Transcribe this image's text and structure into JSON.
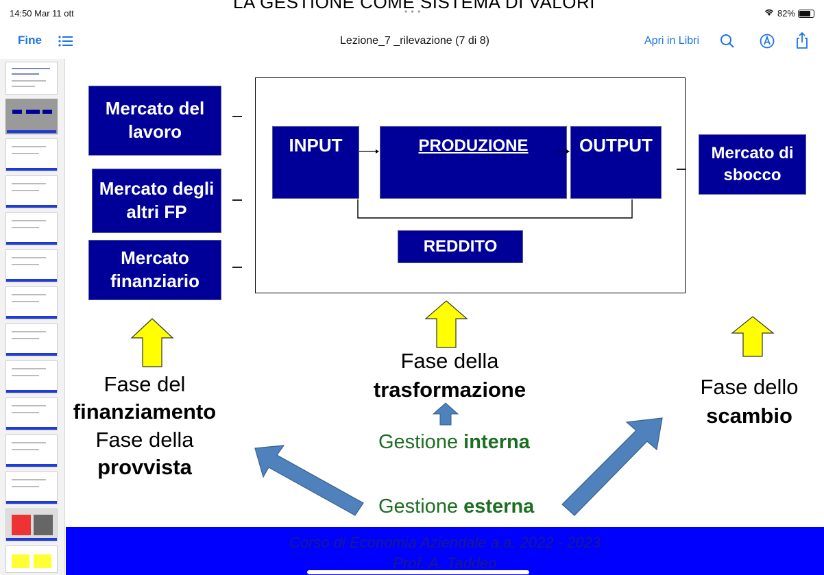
{
  "status": {
    "time": "14:50  Mar 11 ott",
    "battery": "82%"
  },
  "background_title": "LA GESTIONE COME SISTEMA DI VALORI",
  "nav": {
    "done_label": "Fine",
    "doc_title": "Lezione_7 _rilevazione  (7 di 8)",
    "open_in_books": "Apri in Libri",
    "icons": [
      "list-icon",
      "search-icon",
      "markup-icon",
      "share-icon"
    ]
  },
  "sidebar": {
    "thumb_count": 14,
    "active_index": 1
  },
  "slide": {
    "markets": {
      "labor": "Mercato del lavoro",
      "other_fp": "Mercato degli altri FP",
      "financial": "Mercato finanziario",
      "outlet": "Mercato di sbocco"
    },
    "process": {
      "input": "INPUT",
      "production": "PRODUZIONE",
      "output": "OUTPUT",
      "income": "REDDITO"
    },
    "phases": {
      "financing_1": "Fase del",
      "financing_2": "finanziamento",
      "supply_1": "Fase della",
      "supply_2": "provvista",
      "transform_1": "Fase della",
      "transform_2": "trasformazione",
      "exchange_1": "Fase dello",
      "exchange_2": "scambio"
    },
    "management": {
      "internal_1": "Gestione ",
      "internal_2": "interna",
      "external_1": "Gestione ",
      "external_2": "esterna"
    },
    "footer": {
      "course": "Corso di Economia Aziendale a.a. 2022 - 2023",
      "prof": "Prof. A. Taddeo"
    }
  },
  "colors": {
    "box": "#000099",
    "arrow_yellow": "#ffff00",
    "arrow_blue": "#4f81bd",
    "footer": "#0000ff",
    "green": "#1b6e22",
    "accent": "#1a73e8"
  }
}
